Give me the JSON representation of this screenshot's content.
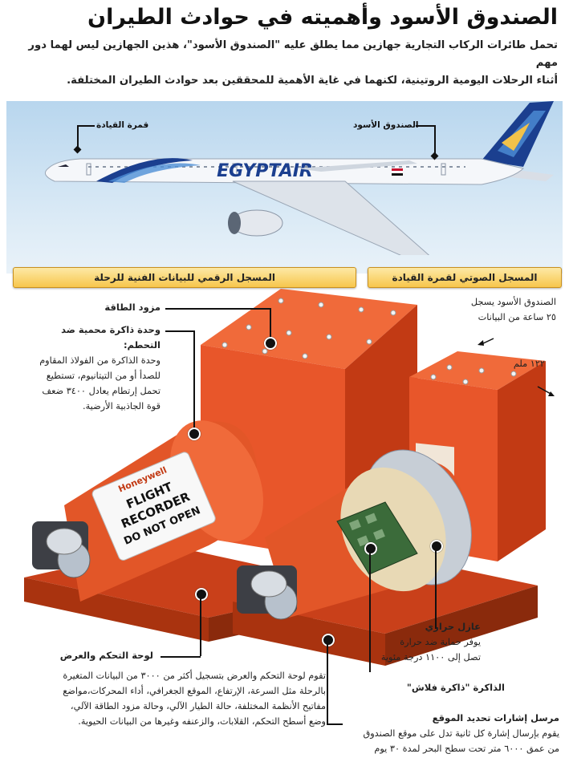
{
  "header": {
    "title": "الصندوق الأسود وأهميته في حوادث الطيران",
    "intro_line1": "تحمل طائرات الركاب التجارية جهازين مما يطلق عليه \"الصندوق الأسود\"، هذين الجهازين ليس لهما دور مهم",
    "intro_line2": "أثناء الرحلات اليومية الروتينية، لكنهما في غاية الأهمية للمحققين بعد حوادث الطيران المختلفة."
  },
  "plane": {
    "cockpit_label": "قمرة القيادة",
    "blackbox_label": "الصندوق الأسود",
    "airline_logo_text": "EGYPTAIR"
  },
  "banners": {
    "cvr": "المسجل الصوتي لقمرة القيادة",
    "fdr": "المسجل الرقمي للبيانات الفنية للرحلة"
  },
  "cvr_notes": {
    "capacity_line1": "الصندوق الأسود يسجل",
    "capacity_line2": "٢٥ ساعة من البيانات",
    "size": "١٢٢ ملم"
  },
  "fdr_notes": {
    "power_title": "مزود الطاقة",
    "memory_title_line1": "وحدة ذاكرة محمية ضد",
    "memory_title_line2": "التحطم:",
    "memory_body_line1": "وحدة الذاكرة من الفولاذ المقاوم",
    "memory_body_line2": "للصدأ أو من التيتانيوم، تستطيع",
    "memory_body_line3": "تحمل إرتطام يعادل ٣٤٠٠ ضعف",
    "memory_body_line4": "قوة الجاذبية الأرضية."
  },
  "recorder_label": {
    "brand": "Honeywell",
    "line1": "FLIGHT",
    "line2": "RECORDER",
    "line3": "DO NOT OPEN"
  },
  "insulator": {
    "title": "عازل حراري",
    "body_line1": "يوفر حماية ضد حرارة",
    "body_line2": "تصل إلى ١١٠٠ درجة مئوية"
  },
  "flash_memory": {
    "title": "الذاكرة \"ذاكرة فلاش\""
  },
  "control_panel": {
    "title": "لوحة التحكم والعرض",
    "body_line1": "تقوم لوحة التحكم والعرض بتسجيل أكثر من ٣٠٠٠ من البيانات المتغيرة",
    "body_line2": "بالرحلة مثل السرعة، الإرتفاع، الموقع الجغرافي، أداء المحركات،مواضع",
    "body_line3": "مفاتيح الأنظمة المختلفة، حالة الطيار الآلي، وحالة مزود الطاقة الآلي،",
    "body_line4": "وضع أسطح التحكم، القلابات، والزعنفه وغيرها من البيانات الحيوية."
  },
  "locator": {
    "title": "مرسل إشارات تحديد الموقع",
    "body_line1": "يقوم بإرسال إشارة كل ثانية تدل على موقع الصندوق",
    "body_line2": "من عمق ٦٠٠٠ متر تحت سطح البحر لمدة ٣٠ يوم"
  },
  "colors": {
    "recorder_orange": "#e8562a",
    "recorder_dark": "#c23a14",
    "banner_yellow": "#f7c64c",
    "tail_blue": "#1b3f8f"
  }
}
